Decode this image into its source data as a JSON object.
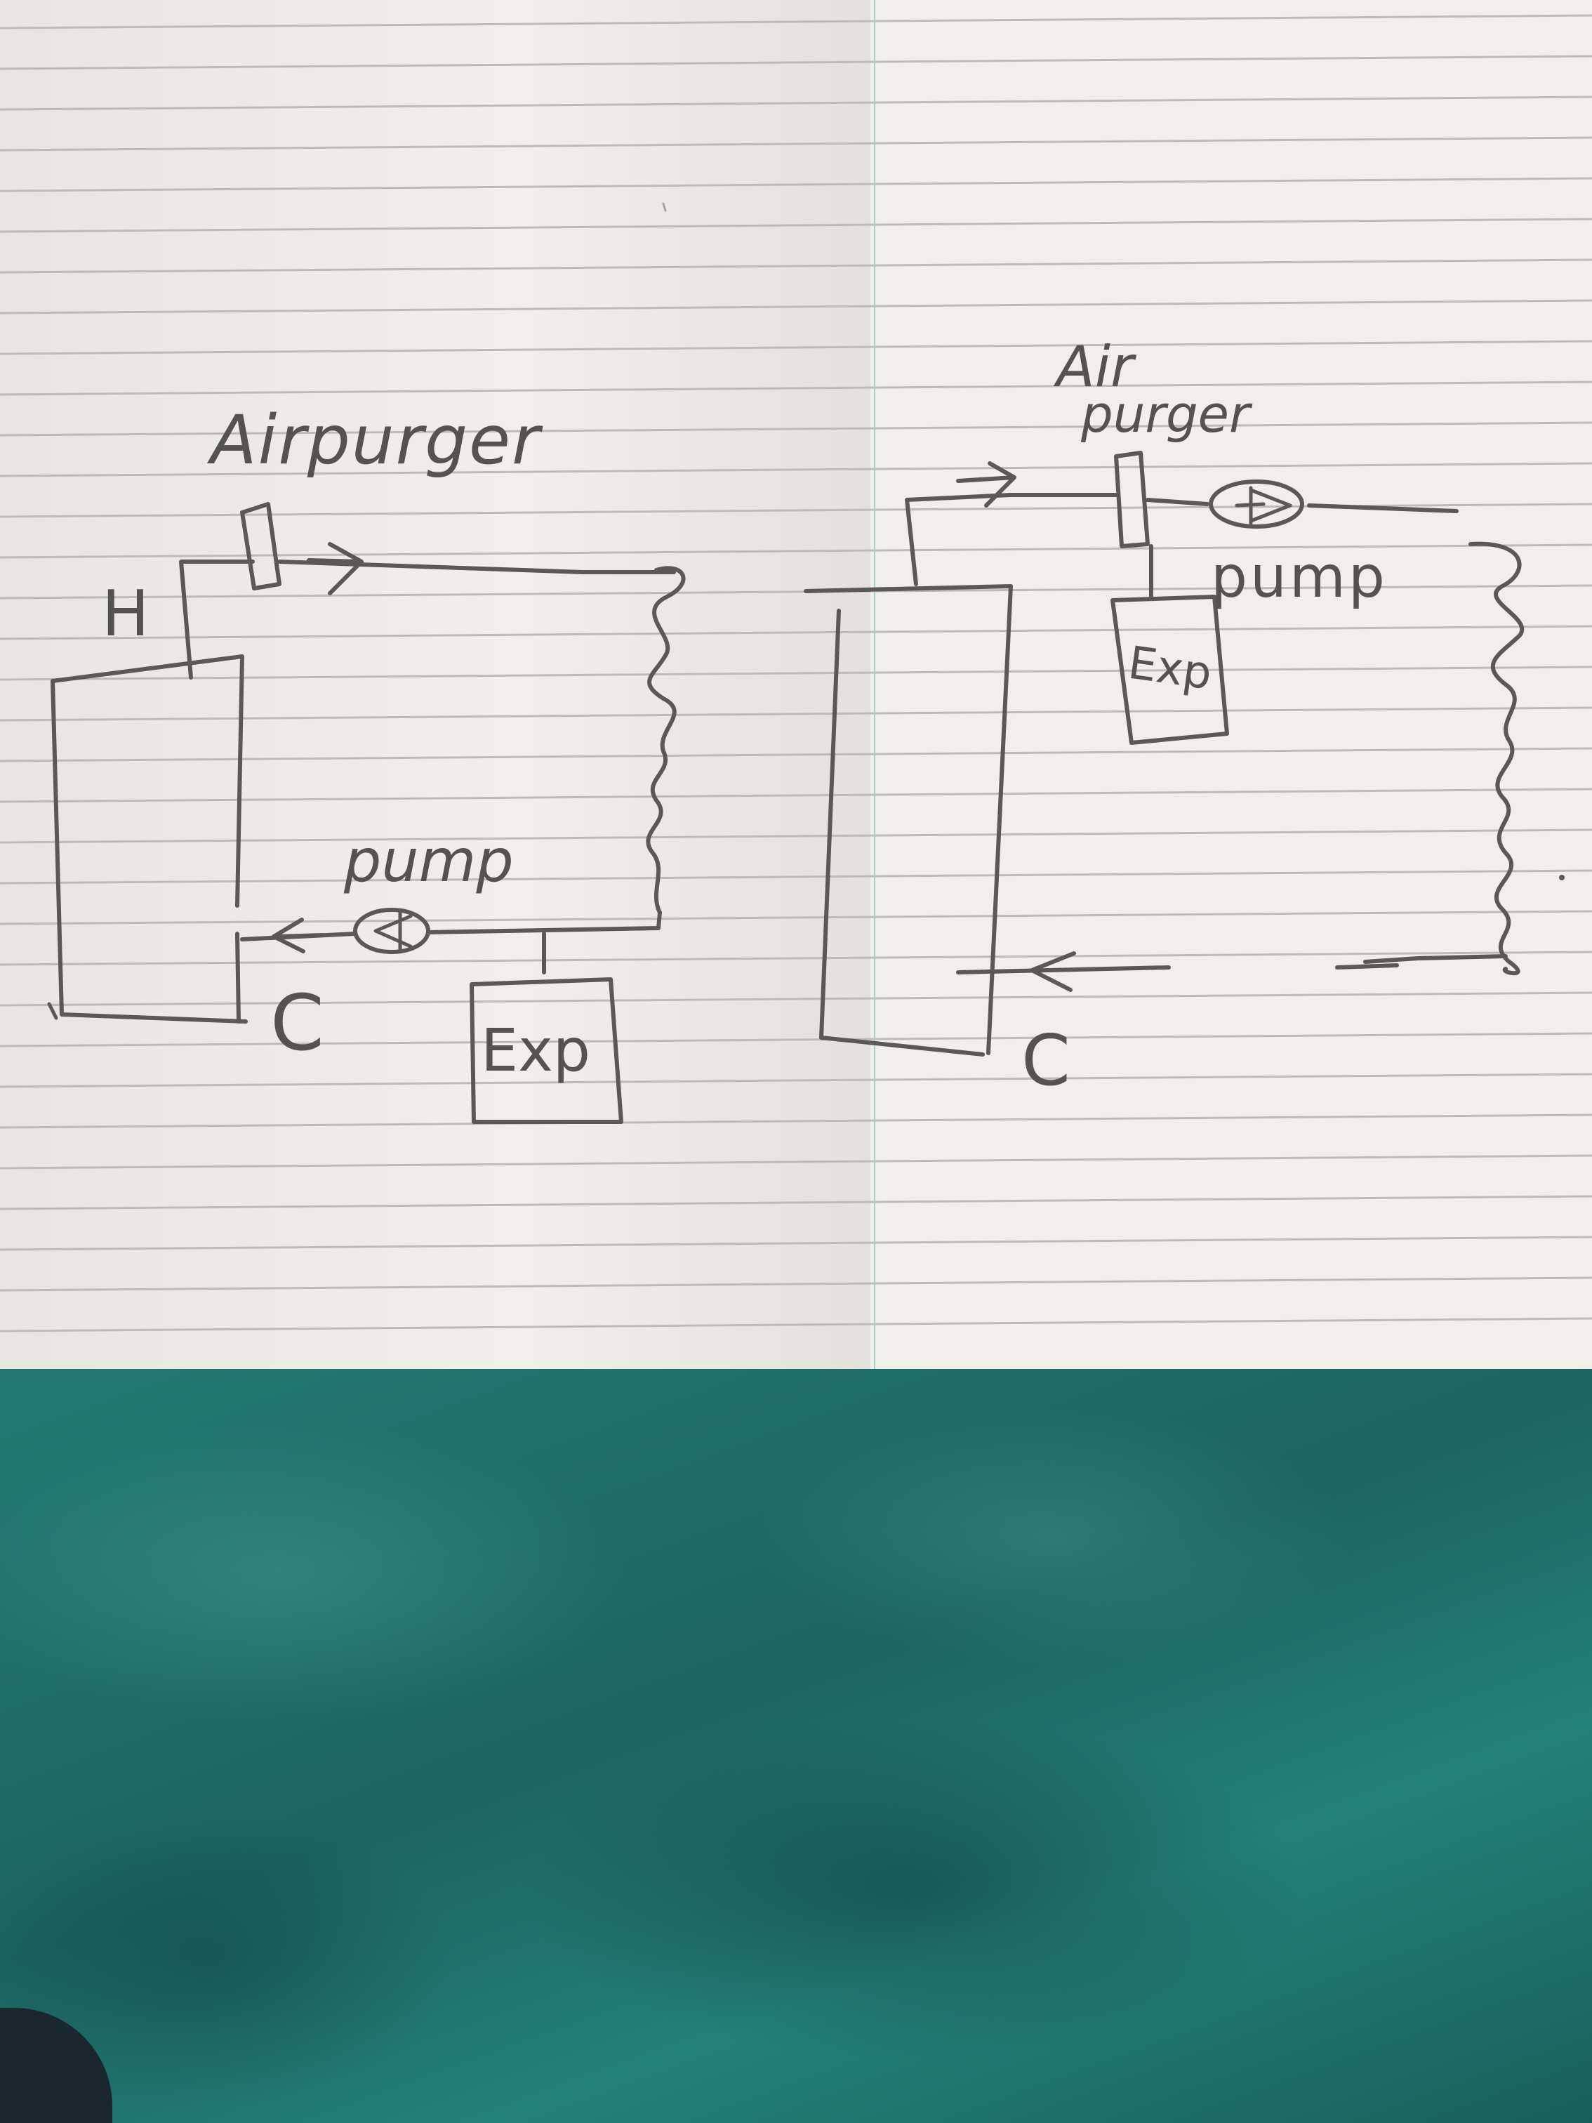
{
  "diagram_left": {
    "air_purger_label": "Airpurger",
    "hot_label": "H",
    "cold_label": "C",
    "pump_label": "pump",
    "expansion_label": "Exp"
  },
  "diagram_right": {
    "air_purger_label_line1": "Air",
    "air_purger_label_line2": "purger",
    "pump_label": "pump",
    "expansion_label": "Exp",
    "cold_label": "C"
  },
  "colors": {
    "paper": "#f2efea",
    "ink": "#5b5955",
    "rule_line": "#b8b6b4",
    "margin_line": "#9fd4c0",
    "fabric": "#1f6f6b"
  }
}
